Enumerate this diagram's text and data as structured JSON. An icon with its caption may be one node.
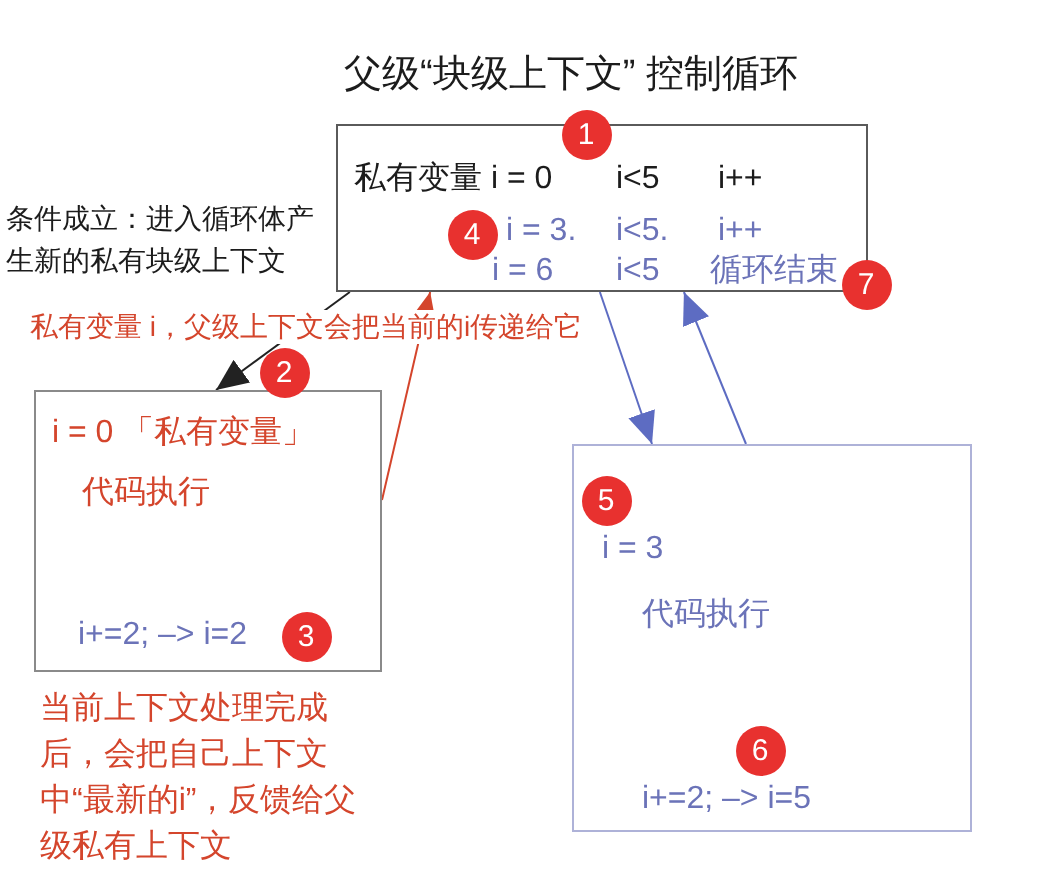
{
  "diagram": {
    "title": "父级“块级上下文” 控制循环",
    "nodes": [
      {
        "text": [
          "私有变量 i = 0",
          "i<5",
          "i++",
          "i = 3.",
          "i<5.",
          "i++",
          "i = 6",
          "i<5",
          "循环结束"
        ]
      },
      {
        "text": [
          "1"
        ]
      },
      {
        "text": [
          "4"
        ],
        "in": 0
      },
      {
        "text": [
          "7"
        ]
      },
      {
        "text": [
          "i = 0 「私有变量」",
          "代码执行",
          "i+=2; –> i=2"
        ]
      },
      {
        "text": [
          "2"
        ]
      },
      {
        "text": [
          "3"
        ],
        "in": 4
      },
      {
        "text": [
          "i = 3",
          "代码执行",
          "i+=2; –> i=5"
        ]
      },
      {
        "text": [
          "5"
        ],
        "in": 7
      },
      {
        "text": [
          "6"
        ],
        "in": 7
      }
    ],
    "edges": [
      {
        "from": 0,
        "to": 4,
        "arrow": "to",
        "color": "#222222",
        "label": "条件成立：进入循环体产生新的私有块级上下文"
      },
      {
        "from": 4,
        "to": 0,
        "arrow": "to",
        "color": "#d4452c"
      },
      {
        "from": 0,
        "to": 7,
        "arrow": "to"
      },
      {
        "from": 7,
        "to": 0,
        "arrow": "to"
      }
    ],
    "labels": [
      "私有变量 i，父级上下文会把当前的i传递给它",
      "当前上下文处理完成后，会把自己上下文中“最新的i”，反馈给父级私有上下文"
    ]
  }
}
